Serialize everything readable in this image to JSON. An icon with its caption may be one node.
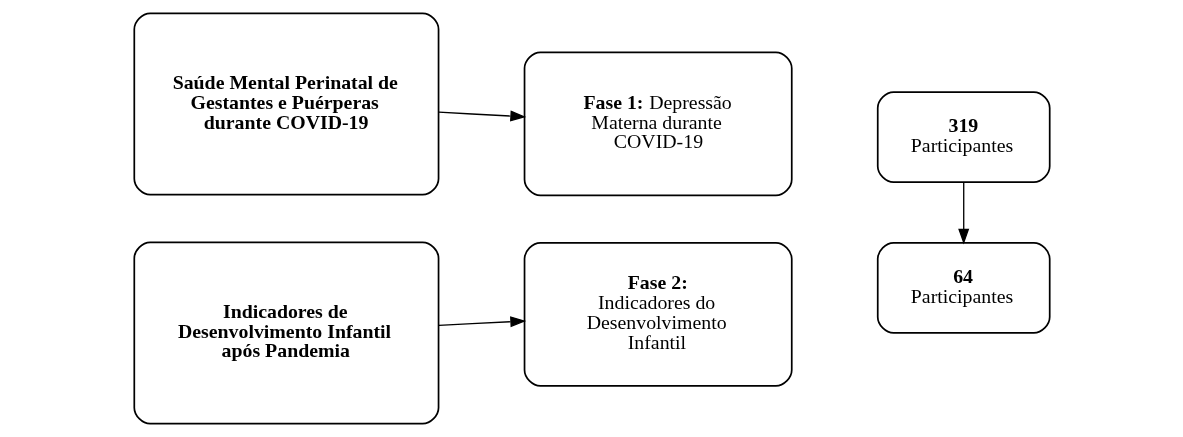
{
  "diagram": {
    "nodes": [
      {
        "text": [
          "Saúde Mental Perinatal de Gestantes e Puérperas durante COVID-19"
        ]
      },
      {
        "text": [
          "**Fase 1:** Depressão Materna durante COVID-19"
        ]
      },
      {
        "text": [
          "319",
          "Participantes"
        ]
      },
      {
        "text": [
          "Indicadores de Desenvolvimento Infantil após Pandemia"
        ]
      },
      {
        "text": [
          "**Fase 2:** Indicadores do Desenvolvimento Infantil"
        ]
      },
      {
        "text": [
          "64",
          "Participantes"
        ]
      }
    ],
    "edges": [
      {
        "from": 0,
        "to": 1,
        "arrow": "to"
      },
      {
        "from": 2,
        "to": 5,
        "arrow": "to"
      },
      {
        "from": 3,
        "to": 4,
        "arrow": "to"
      }
    ]
  }
}
